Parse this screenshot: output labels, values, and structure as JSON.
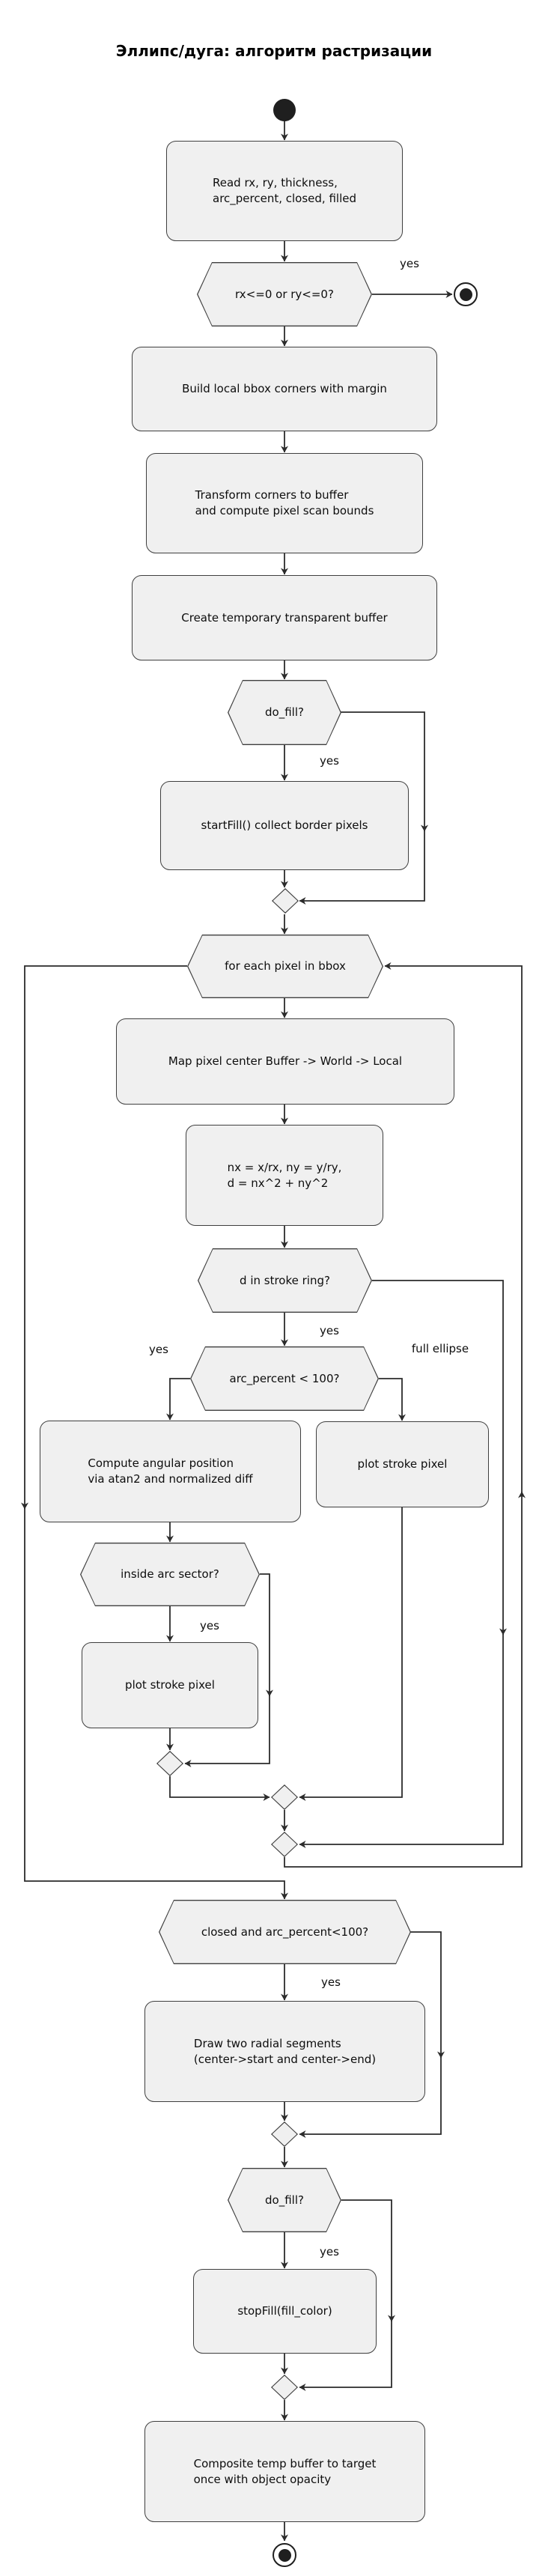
{
  "title": "Эллипс/дуга: алгоритм растризации",
  "colors": {
    "background": "#ffffff",
    "node_fill": "#f0f0f0",
    "node_border": "#3f3f3f",
    "edge_line": "#2b2b2b",
    "text": "#0d0d0d"
  },
  "nodes": {
    "read_params": {
      "label": "Read rx, ry, thickness,\narc_percent, closed, filled"
    },
    "check_radii": {
      "label": "rx<=0 or ry<=0?"
    },
    "build_bbox": {
      "label": "Build local bbox corners with margin"
    },
    "transform_corners": {
      "label": "Transform corners to buffer\nand compute pixel scan bounds"
    },
    "create_buffer": {
      "label": "Create temporary transparent buffer"
    },
    "do_fill_first": {
      "label": "do_fill?"
    },
    "start_fill": {
      "label": "startFill() collect border pixels"
    },
    "foreach_pixel": {
      "label": "for each pixel in bbox"
    },
    "map_pixel": {
      "label": "Map pixel center Buffer -> World -> Local"
    },
    "normalize": {
      "label": "nx = x/rx, ny = y/ry,\nd = nx^2 + ny^2"
    },
    "stroke_ring": {
      "label": "d in stroke ring?"
    },
    "arc_percent_check": {
      "label": "arc_percent < 100?"
    },
    "angular_position": {
      "label": "Compute angular position\nvia atan2 and normalized diff"
    },
    "plot_full_ellipse": {
      "label": "plot stroke pixel"
    },
    "inside_sector": {
      "label": "inside arc sector?"
    },
    "plot_arc_pixel": {
      "label": "plot stroke pixel"
    },
    "closed_check": {
      "label": "closed and arc_percent<100?"
    },
    "radial_segments": {
      "label": "Draw two radial segments\n(center->start and center->end)"
    },
    "do_fill_second": {
      "label": "do_fill?"
    },
    "stop_fill": {
      "label": "stopFill(fill_color)"
    },
    "composite": {
      "label": "Composite temp buffer to target\nonce with object opacity"
    }
  },
  "edge_labels": {
    "radii_yes": "yes",
    "do_fill_1_yes": "yes",
    "stroke_ring_yes": "yes",
    "arc_lt100_yes": "yes",
    "arc_full": "full ellipse",
    "inside_yes": "yes",
    "closed_yes": "yes",
    "do_fill_2_yes": "yes"
  }
}
